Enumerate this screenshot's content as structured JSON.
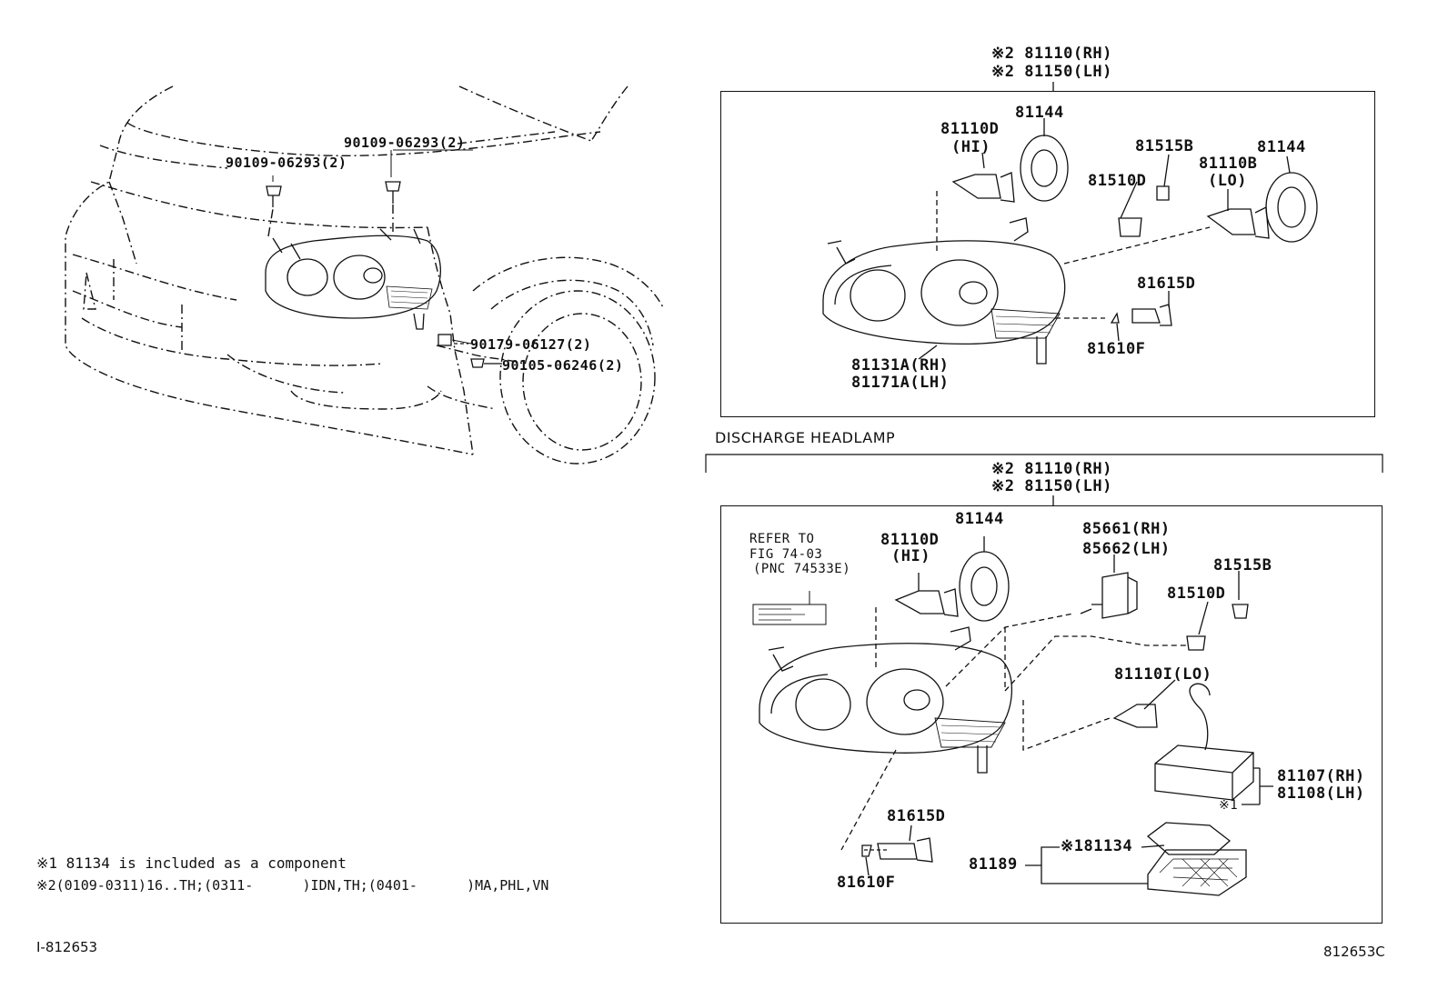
{
  "callouts": {
    "bolt_a": "90109-06293(2)",
    "bolt_b": "90109-06293(2)",
    "clip": "90179-06127(2)",
    "screw": "90105-06246(2)"
  },
  "panel_top": {
    "assy_rh": "※2 81110(RH)",
    "assy_lh": "※2 81150(LH)",
    "bulb_hi": "81110D",
    "bulb_hi_tag": "(HI)",
    "cover_hi": "81144",
    "socket_b": "81515B",
    "bulb_lo": "81110B",
    "bulb_lo_tag": "(LO)",
    "cover_lo": "81144",
    "bulb_d": "81510D",
    "socket_d": "81615D",
    "bulb_f": "81610F",
    "unit_rh": "81131A(RH)",
    "unit_lh": "81171A(LH)"
  },
  "discharge": {
    "section_title": "DISCHARGE HEADLAMP",
    "assy_rh": "※2 81110(RH)",
    "assy_lh": "※2 81150(LH)",
    "refer_line1": "REFER TO",
    "refer_line2": "FIG 74-03",
    "refer_line3": "(PNC 74533E)",
    "bulb_hi": "81110D",
    "bulb_hi_tag": "(HI)",
    "cover_hi": "81144",
    "ign_rh": "85661(RH)",
    "ign_lh": "85662(LH)",
    "socket_b": "81515B",
    "bulb_d": "81510D",
    "bulb_lo": "81110I(LO)",
    "ballast_rh": "81107(RH)",
    "ballast_lh": "81108(LH)",
    "ballast_mark": "※1",
    "socket_d": "81615D",
    "bulb_f": "81610F",
    "gasket": "※181134",
    "cover": "81189"
  },
  "notes": {
    "note1": "※1 81134 is included as a component",
    "note2": "※2(0109-0311)16..TH;(0311-      )IDN,TH;(0401-      )MA,PHL,VN"
  },
  "codes": {
    "left": "I-812653",
    "right": "812653C"
  }
}
